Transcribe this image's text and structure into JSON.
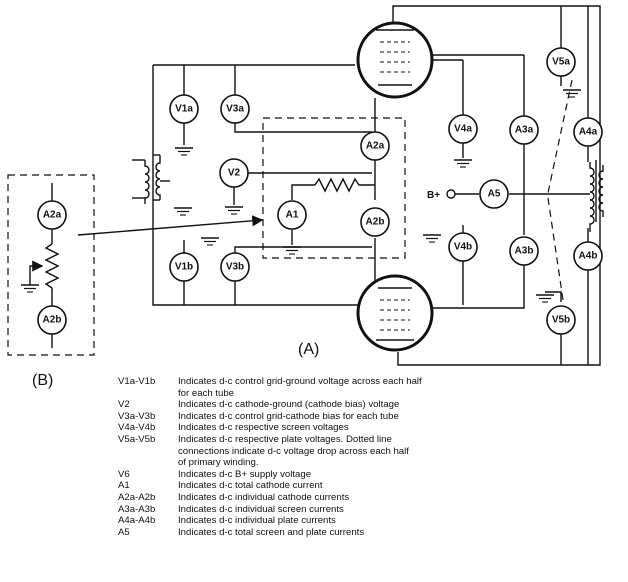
{
  "meters": {
    "V1a": "V1a",
    "V3a": "V3a",
    "V1b": "V1b",
    "V3b": "V3b",
    "V2": "V2",
    "A1": "A1",
    "A2a": "A2a",
    "A2b": "A2b",
    "V4a": "V4a",
    "V4b": "V4b",
    "A3a": "A3a",
    "A3b": "A3b",
    "V5a": "V5a",
    "V5b": "V5b",
    "A4a": "A4a",
    "A4b": "A4b",
    "A5": "A5",
    "B_A2a": "A2a",
    "B_A2b": "A2b"
  },
  "labels": {
    "b_plus": "B+",
    "diagram_a": "(A)",
    "diagram_b": "(B)"
  },
  "legend": [
    {
      "code": "V1a-V1b",
      "lines": [
        "Indicates d-c control grid-ground voltage across each half",
        "for each tube"
      ]
    },
    {
      "code": "V2",
      "lines": [
        "Indicates d-c cathode-ground (cathode bias) voltage"
      ]
    },
    {
      "code": "V3a-V3b",
      "lines": [
        "Indicates d-c control grid-cathode bias for each tube"
      ]
    },
    {
      "code": "V4a-V4b",
      "lines": [
        "Indicates d-c respective screen voltages"
      ]
    },
    {
      "code": "V5a-V5b",
      "lines": [
        "Indicates d-c respective plate voltages.  Dotted line",
        "connections indicate d-c voltage drop across each half",
        "of primary winding."
      ]
    },
    {
      "code": "V6",
      "lines": [
        "Indicates d-c B+ supply voltage"
      ]
    },
    {
      "code": "A1",
      "lines": [
        "Indicates d-c total cathode current"
      ]
    },
    {
      "code": "A2a-A2b",
      "lines": [
        "Indicates d-c individual cathode currents"
      ]
    },
    {
      "code": "A3a-A3b",
      "lines": [
        "Indicates d-c individual screen currents"
      ]
    },
    {
      "code": "A4a-A4b",
      "lines": [
        "Indicates d-c individual plate currents"
      ]
    },
    {
      "code": "A5",
      "lines": [
        "Indicates d-c total screen and plate currents"
      ]
    }
  ]
}
